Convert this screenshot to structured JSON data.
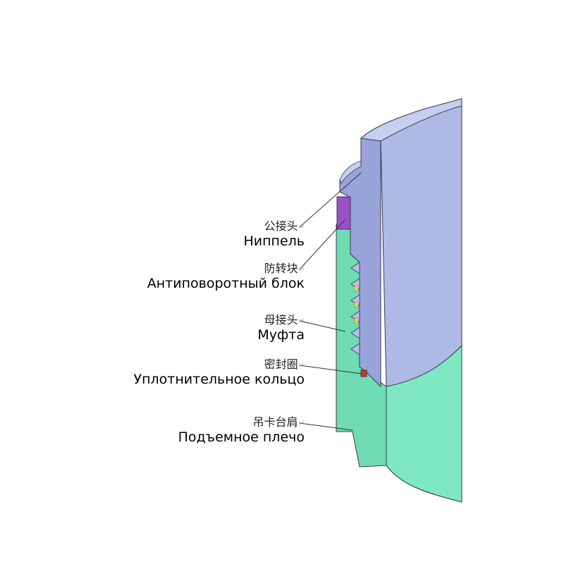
{
  "colors": {
    "nipple_face": "#aeb9e6",
    "nipple_top": "#c6cff0",
    "nipple_section": "#8f9ad2",
    "coupling_face": "#7fe7c2",
    "coupling_section": "#5fcfa3",
    "anti_rotation_block": "#9b4fc9",
    "seal_ring": "#c83a2a",
    "thread_marks": "#e6d27a",
    "outline": "#3a3a4a",
    "leader": "#333333"
  },
  "labels": [
    {
      "zh": "公接头",
      "ru": "Ниппель"
    },
    {
      "zh": "防转块",
      "ru": "Антиповоротный блок"
    },
    {
      "zh": "母接头",
      "ru": "Муфта"
    },
    {
      "zh": "密封圈",
      "ru": "Уплотнительное кольцо"
    },
    {
      "zh": "吊卡台肩",
      "ru": "Подъемное плечо"
    }
  ],
  "return_mark": "↵"
}
